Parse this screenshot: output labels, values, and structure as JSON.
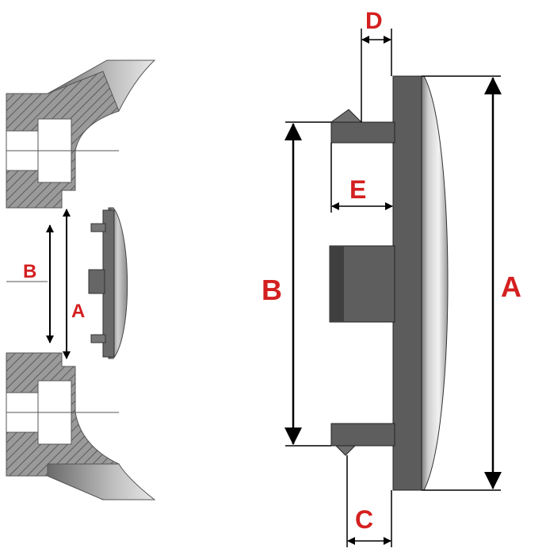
{
  "left_view": {
    "labels": {
      "a": "A",
      "b": "B"
    }
  },
  "right_view": {
    "labels": {
      "a": "A",
      "b": "B",
      "c": "C",
      "d": "D",
      "e": "E"
    }
  },
  "colors": {
    "label_red": "#d42020",
    "metal_dark": "#595959",
    "metal_mid": "#8c8c8c",
    "metal_light": "#d9d9d9",
    "hatch": "#666666",
    "line": "#000000"
  }
}
